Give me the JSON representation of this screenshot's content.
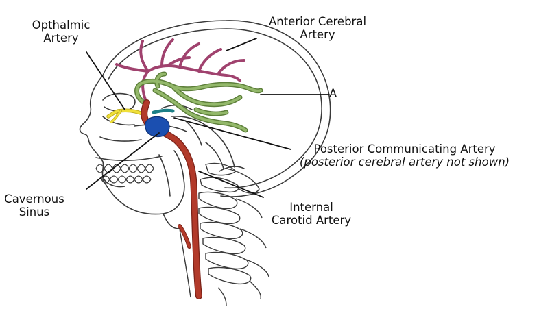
{
  "labels": {
    "opthalmic": {
      "line1": "Opthalmic",
      "line2": "Artery"
    },
    "anterior_cerebral": {
      "line1": "Anterior Cerebral",
      "line2": "Artery"
    },
    "marker_a": "A",
    "posterior_communicating": {
      "line1": "Posterior Communicating Artery",
      "line2": "(posterior cerebral artery not shown)"
    },
    "cavernous": {
      "line1": "Cavernous",
      "line2": "Sinus"
    },
    "internal_carotid": {
      "line1": "Internal",
      "line2": "Carotid Artery"
    }
  },
  "colors": {
    "outline": "#3a3a3a",
    "anterior_cerebral_artery": "#a0426e",
    "middle_cerebral_artery": "#93b86a",
    "ophthalmic_artery": "#f0e03a",
    "posterior_communicating_artery": "#1b7f86",
    "cavernous_sinus": "#1b4fb0",
    "internal_carotid_artery": "#b23a2a"
  }
}
